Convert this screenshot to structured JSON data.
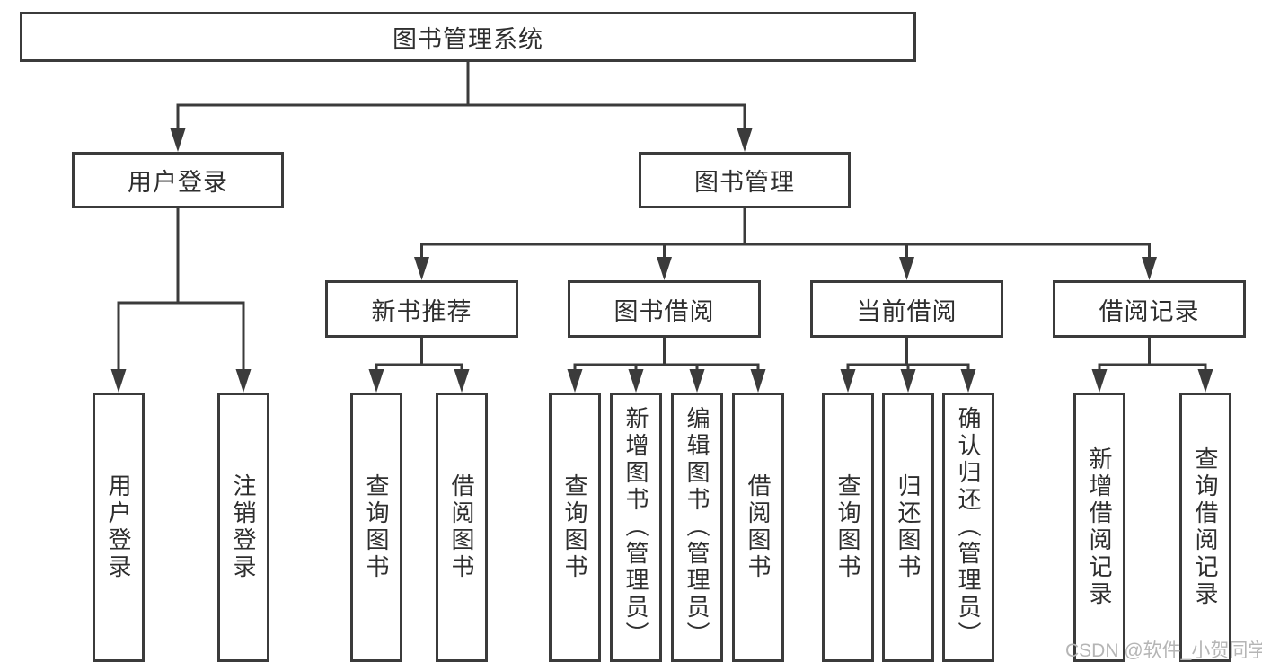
{
  "colors": {
    "line": "#3b3b3b",
    "text": "#2e2e2e",
    "background": "#ffffff",
    "watermark_text": "#b5b5b5"
  },
  "watermark": {
    "text": "CSDN @软件_小贺同学"
  },
  "diagram": {
    "root": {
      "label": "图书管理系统"
    },
    "branches": [
      {
        "label": "用户登录",
        "children": [
          {
            "label": "用户登录"
          },
          {
            "label": "注销登录"
          }
        ]
      },
      {
        "label": "图书管理",
        "children": [
          {
            "label": "新书推荐",
            "children": [
              {
                "label": "查询图书"
              },
              {
                "label": "借阅图书"
              }
            ]
          },
          {
            "label": "图书借阅",
            "children": [
              {
                "label": "查询图书"
              },
              {
                "label": "新增图书（管理员）"
              },
              {
                "label": "编辑图书（管理员）"
              },
              {
                "label": "借阅图书"
              }
            ]
          },
          {
            "label": "当前借阅",
            "children": [
              {
                "label": "查询图书"
              },
              {
                "label": "归还图书"
              },
              {
                "label": "确认归还（管理员）"
              }
            ]
          },
          {
            "label": "借阅记录",
            "children": [
              {
                "label": "新增借阅记录"
              },
              {
                "label": "查询借阅记录"
              }
            ]
          }
        ]
      }
    ]
  }
}
